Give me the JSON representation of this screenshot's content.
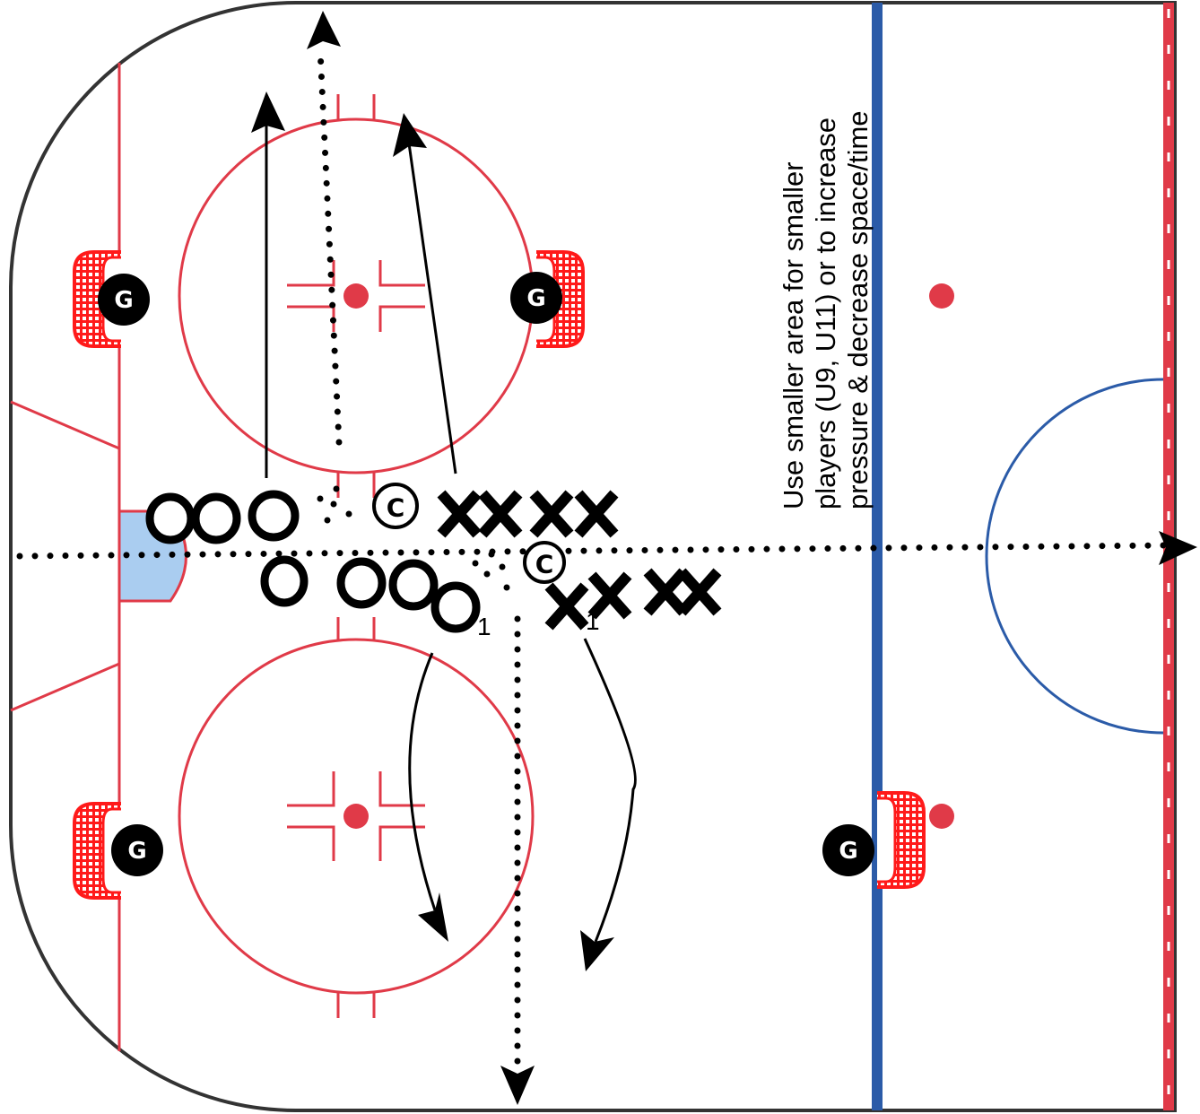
{
  "colors": {
    "red": "#e03a48",
    "blue": "#2b5ba8",
    "crease": "#aacdf0",
    "net": "#ff1a1a",
    "ink": "#000000"
  },
  "goalie_label": "G",
  "coach_label": "C",
  "player_numbers": [
    "1",
    "1"
  ],
  "note": {
    "lines": [
      "Use smaller area for smaller",
      "players (U9, U11) or to increase",
      "pressure & decrease space/time"
    ]
  }
}
